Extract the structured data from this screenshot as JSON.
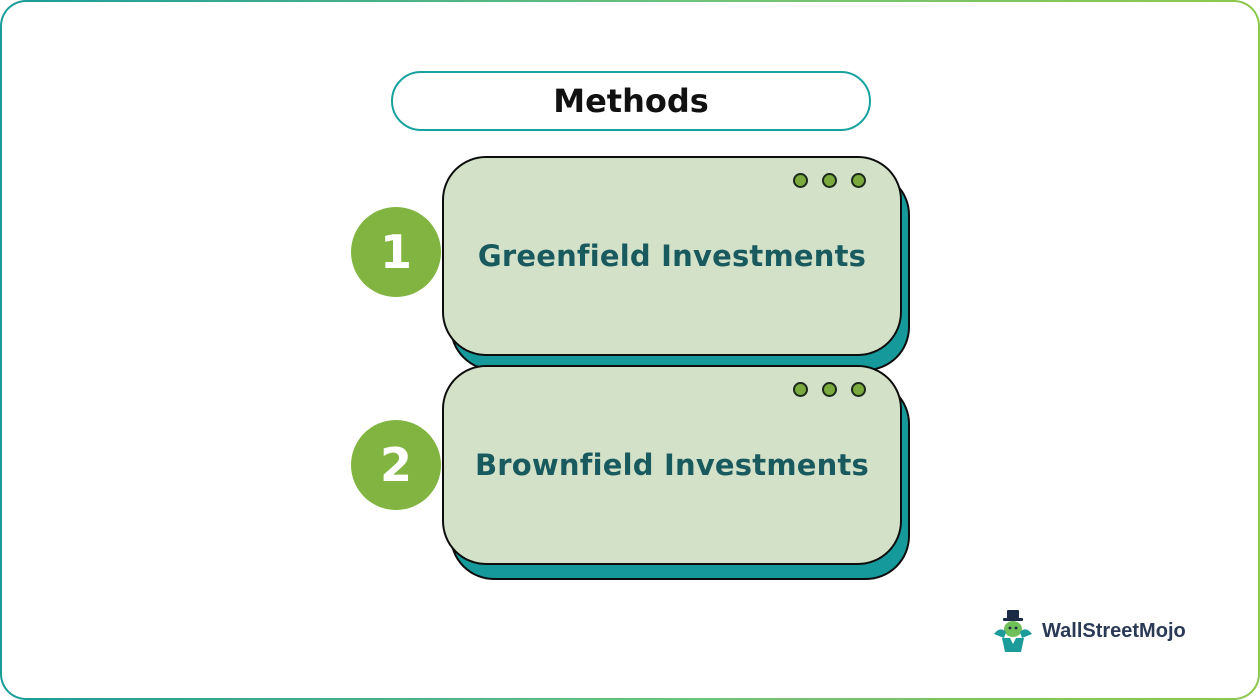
{
  "title": "Methods",
  "methods": [
    {
      "number": "1",
      "label": "Greenfield Investments"
    },
    {
      "number": "2",
      "label": "Brownfield Investments"
    }
  ],
  "logo": {
    "text": "WallStreetMojo",
    "icon": "mascot-logo-icon"
  },
  "colors": {
    "teal": "#16999a",
    "green": "#82b441",
    "card_fill": "#d3e1c9",
    "label_text": "#195a5f"
  }
}
